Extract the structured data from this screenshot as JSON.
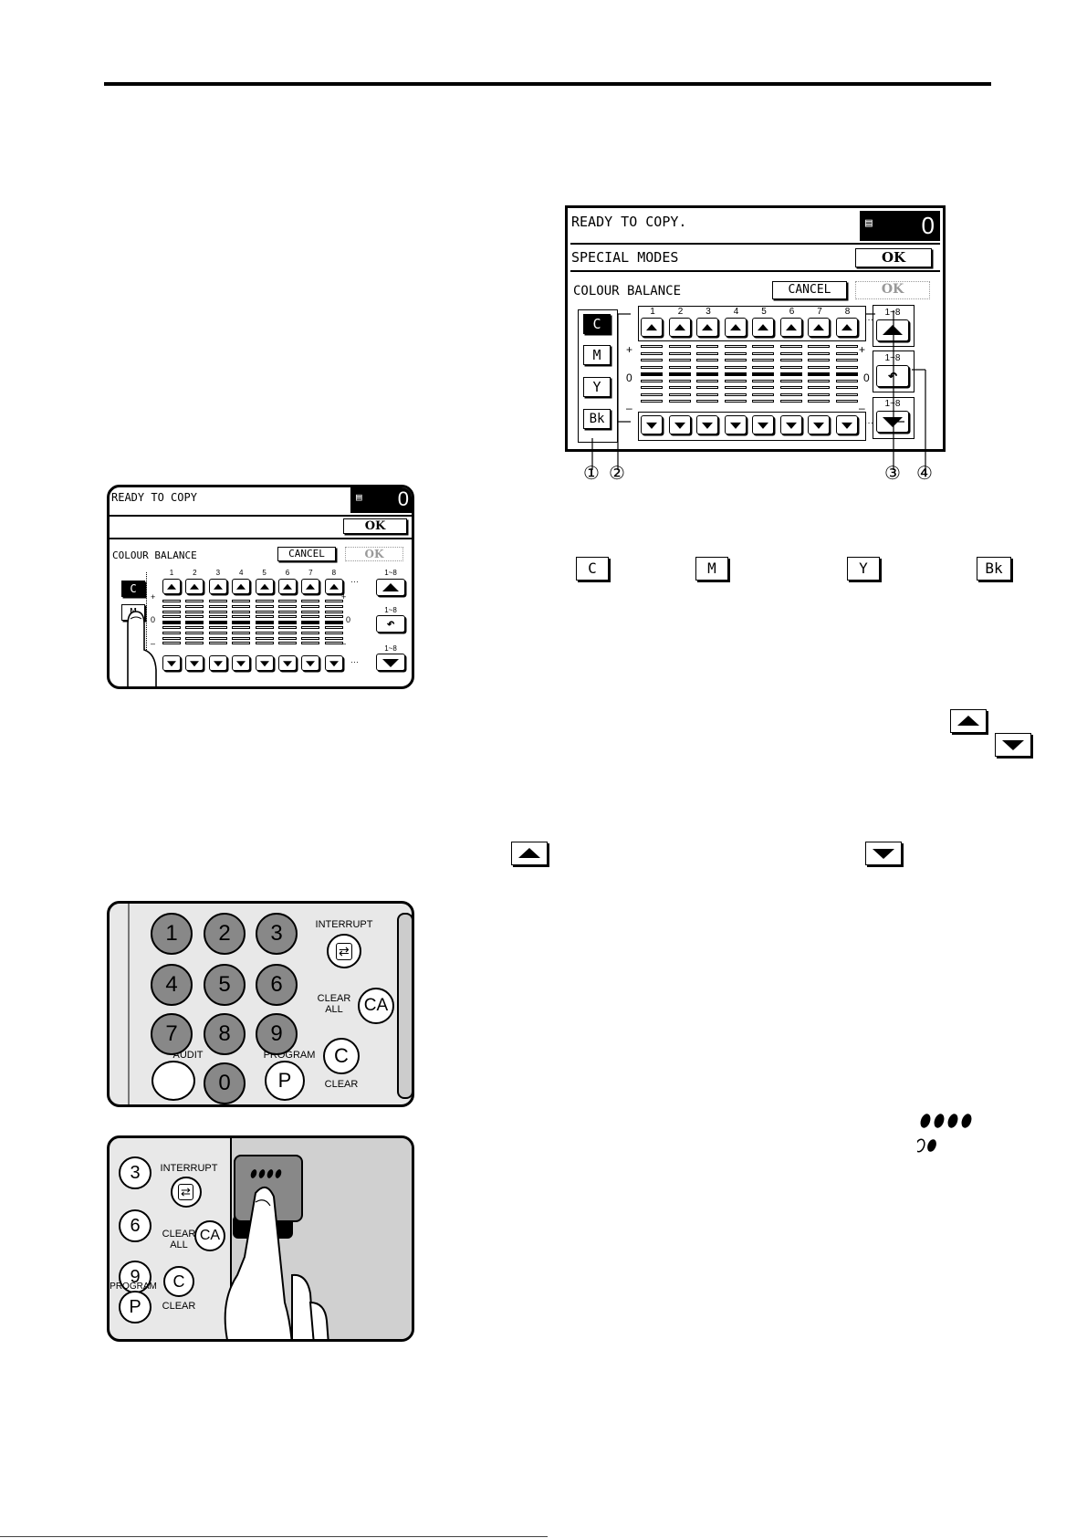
{
  "large_panel": {
    "status": "READY TO COPY.",
    "count": "0",
    "special_modes": "SPECIAL MODES",
    "ok_label": "OK",
    "section_title": "COLOUR BALANCE",
    "cancel_label": "CANCEL",
    "ok_disabled_label": "OK",
    "colour_buttons": [
      "C",
      "M",
      "Y",
      "Bk"
    ],
    "level_numbers": [
      "1",
      "2",
      "3",
      "4",
      "5",
      "6",
      "7",
      "8"
    ],
    "range_label": "1~8",
    "plus": "+",
    "minus": "–",
    "zero": "0",
    "ellipsis": "···",
    "callouts": [
      "①",
      "②",
      "③",
      "④"
    ]
  },
  "small_panel": {
    "status": "READY TO COPY",
    "count": "0",
    "ok_label": "OK",
    "section_title": "COLOUR BALANCE",
    "cancel_label": "CANCEL",
    "ok_disabled_label": "OK",
    "colour_buttons": [
      "C",
      "M"
    ],
    "level_numbers": [
      "1",
      "2",
      "3",
      "4",
      "5",
      "6",
      "7",
      "8"
    ],
    "range_label": "1~8",
    "plus": "+",
    "minus": "–",
    "zero": "0",
    "ellipsis": "···"
  },
  "key_icons": {
    "c": "C",
    "m": "M",
    "y": "Y",
    "bk": "Bk"
  },
  "keypad": {
    "keys": [
      "1",
      "2",
      "3",
      "4",
      "5",
      "6",
      "7",
      "8",
      "9",
      "0"
    ],
    "interrupt": "INTERRUPT",
    "clear_all": "CLEAR\nALL",
    "ca": "CA",
    "audit": "AUDIT",
    "program": "PROGRAM",
    "p": "P",
    "c": "C",
    "clear": "CLEAR"
  },
  "keypad2": {
    "keys": [
      "3",
      "6",
      "9"
    ],
    "interrupt": "INTERRUPT",
    "clear_all": "CLEAR\nALL",
    "ca": "CA",
    "program": "PROGRAM",
    "p": "P",
    "c": "C",
    "clear": "CLEAR"
  },
  "colours": {
    "ink": "#000000",
    "key_grey": "#888888",
    "photo_bg": "#e8e8e8"
  }
}
